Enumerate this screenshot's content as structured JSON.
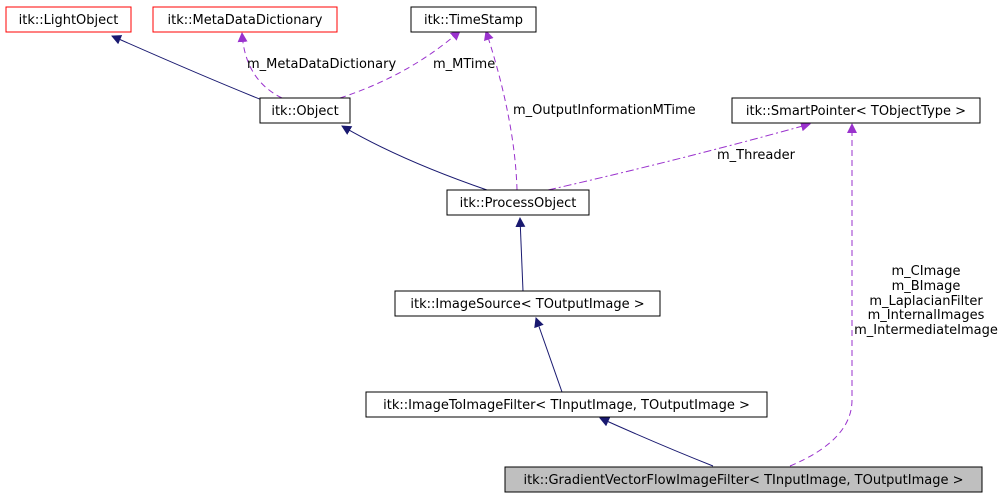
{
  "diagram": {
    "colors": {
      "inheritance": "#191970",
      "usage": "#9a32cd",
      "border_normal": "#000000",
      "border_undocumented": "#ff0000",
      "highlight_fill": "#bfbfbf",
      "fill": "#ffffff"
    },
    "nodes": {
      "light_object": "itk::LightObject",
      "meta_data_dictionary": "itk::MetaDataDictionary",
      "time_stamp": "itk::TimeStamp",
      "object": "itk::Object",
      "smart_pointer": "itk::SmartPointer< TObjectType >",
      "process_object": "itk::ProcessObject",
      "image_source": "itk::ImageSource< TOutputImage >",
      "image_to_image_filter": "itk::ImageToImageFilter< TInputImage, TOutputImage >",
      "gradient_vector_flow_image_filter": "itk::GradientVectorFlowImageFilter< TInputImage, TOutputImage >"
    },
    "edge_labels": {
      "m_meta_data_dictionary": "m_MetaDataDictionary",
      "m_mtime": "m_MTime",
      "m_output_information_mtime": "m_OutputInformationMTime",
      "m_threader": "m_Threader",
      "m_cimage": "m_CImage",
      "m_bimage": "m_BImage",
      "m_laplacian_filter": "m_LaplacianFilter",
      "m_internal_images": "m_InternalImages",
      "m_intermediate_image": "m_IntermediateImage"
    }
  }
}
